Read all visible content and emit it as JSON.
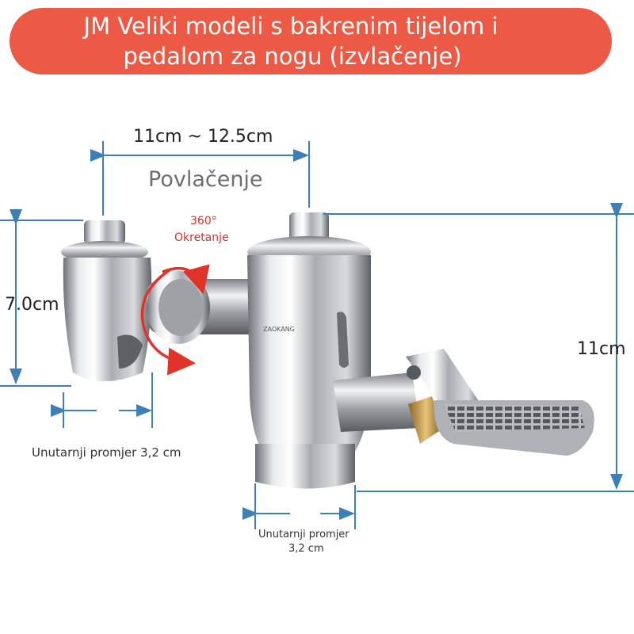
{
  "banner": {
    "title_line1": "JM Veliki modeli s bakrenim tijelom i",
    "title_line2": "pedalom za nogu (izvlačenje)",
    "color": "#ec5a45"
  },
  "dimensions": {
    "top_width": "11cm ~ 12.5cm",
    "left_height": "7.0cm",
    "right_height": "11cm"
  },
  "labels": {
    "pull": "Povlačenje",
    "rotation_degrees": "360°",
    "rotation_text": "Okretanje",
    "inner_diameter_left": "Unutarnji promjer 3,2 cm",
    "inner_diameter_bottom_line1": "Unutarnji promjer",
    "inner_diameter_bottom_line2": "3,2 cm"
  },
  "product": {
    "brand_mark": "ZAOKANG",
    "metal_color": "#c9ccd0",
    "brass_color": "#c89a44"
  },
  "colors": {
    "dimension_line": "#3f7fb8",
    "rotation_arrow": "#e0342b"
  }
}
